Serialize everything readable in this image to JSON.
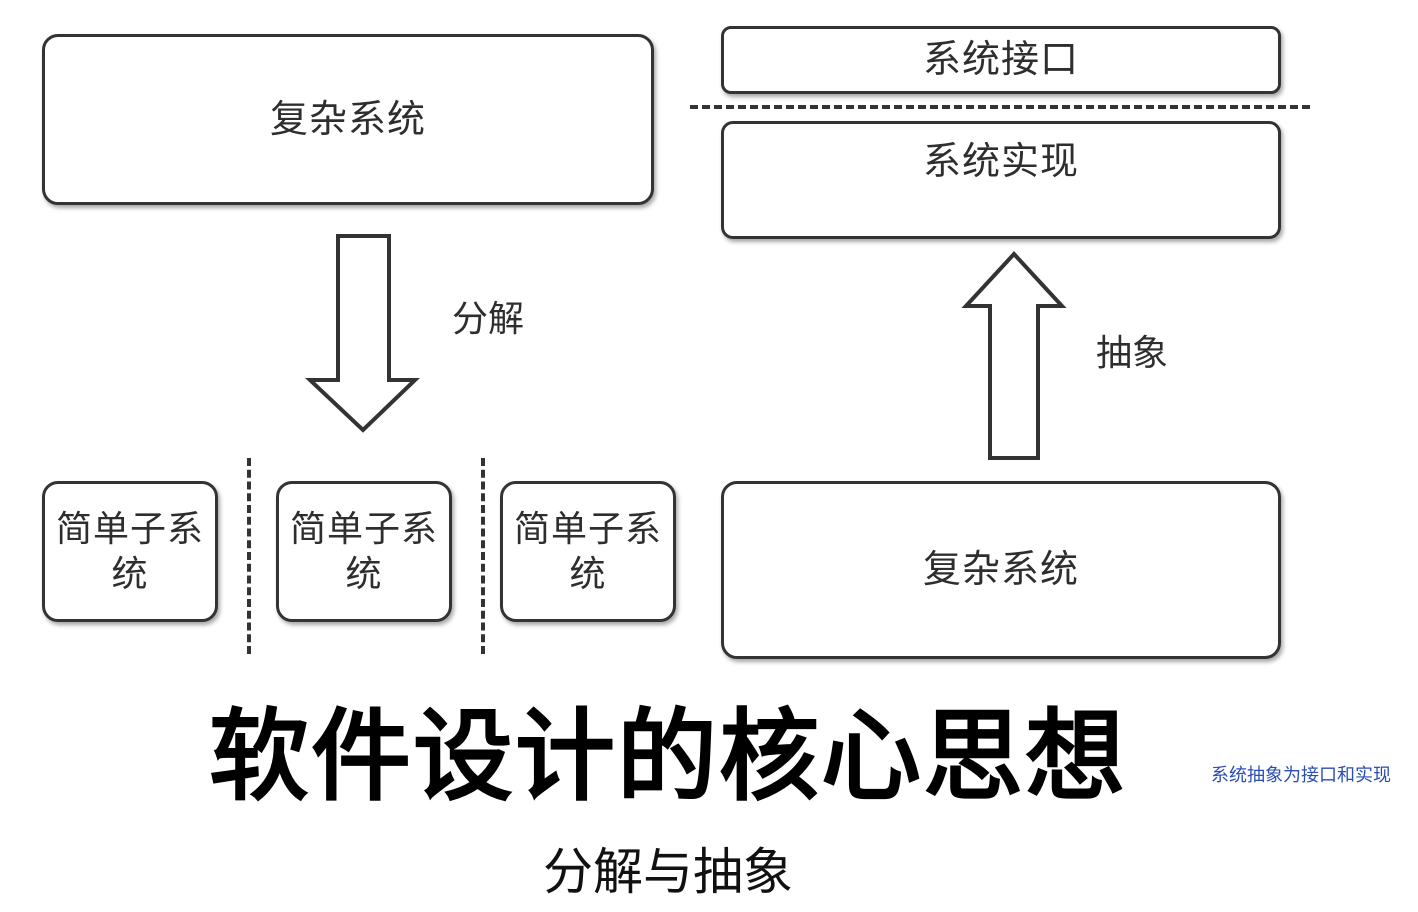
{
  "left_diagram": {
    "top_box": "复杂系统",
    "arrow_label": "分解",
    "sub_boxes": [
      "简单子系统",
      "简单子系统",
      "简单子系统"
    ]
  },
  "right_diagram": {
    "interface_box": "系统接口",
    "implementation_box": "系统实现",
    "arrow_label": "抽象",
    "bottom_box": "复杂系统"
  },
  "title": "软件设计的核心思想",
  "subtitle": "分解与抽象",
  "side_note": "系统抽象为接口和实现"
}
